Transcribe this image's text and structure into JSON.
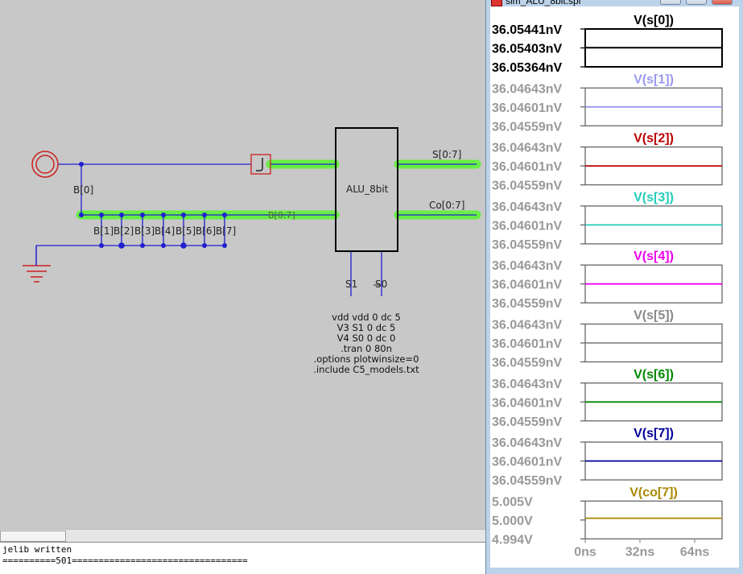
{
  "window": {
    "title": "sim_ALU_8bit.spi"
  },
  "schematic": {
    "labels": {
      "b0": "B[0]",
      "b1": "B[1]",
      "b2": "B[2]",
      "b3": "B[3]",
      "b4": "B[4]",
      "b5": "B[5]",
      "b6": "B[6]",
      "b7": "B[7]",
      "bus_b": "B[0:7]",
      "bus_s": "S[0:7]",
      "bus_co": "Co[0:7]",
      "alu": "ALU_8bit",
      "s1": "S1",
      "s0": "S0"
    },
    "directives": [
      "vdd vdd 0 dc 5",
      "V3 S1 0 dc 5",
      "V4 S0 0 dc 0",
      ".tran 0 80n",
      ".options plotwinsize=0",
      ".include C5_models.txt"
    ],
    "colors": {
      "wire": "#2020d0",
      "bus_highlight": "#66ee44",
      "ground": "#cc2020",
      "component": "#000000"
    }
  },
  "console": {
    "lines": [
      "jelib written",
      "==========501================================="
    ]
  },
  "chart_data": [
    {
      "type": "line",
      "title": "V(s[0])",
      "color": "#000000",
      "ticks": [
        "36.05441nV",
        "36.05403nV",
        "36.05364nV"
      ],
      "values": [
        36.05403,
        36.05403
      ],
      "ylim": [
        36.05364,
        36.05441
      ],
      "unit": "nV"
    },
    {
      "type": "line",
      "title": "V(s[1])",
      "color": "#9999ee",
      "ticks": [
        "36.04643nV",
        "36.04601nV",
        "36.04559nV"
      ],
      "values": [
        36.04601,
        36.04601
      ],
      "ylim": [
        36.04559,
        36.04643
      ],
      "unit": "nV"
    },
    {
      "type": "line",
      "title": "V(s[2])",
      "color": "#bb0000",
      "ticks": [
        "36.04643nV",
        "36.04601nV",
        "36.04559nV"
      ],
      "values": [
        36.04601,
        36.04601
      ],
      "ylim": [
        36.04559,
        36.04643
      ],
      "unit": "nV"
    },
    {
      "type": "line",
      "title": "V(s[3])",
      "color": "#22ccbb",
      "ticks": [
        "36.04643nV",
        "36.04601nV",
        "36.04559nV"
      ],
      "values": [
        36.04601,
        36.04601
      ],
      "ylim": [
        36.04559,
        36.04643
      ],
      "unit": "nV"
    },
    {
      "type": "line",
      "title": "V(s[4])",
      "color": "#ee00ee",
      "ticks": [
        "36.04643nV",
        "36.04601nV",
        "36.04559nV"
      ],
      "values": [
        36.04601,
        36.04601
      ],
      "ylim": [
        36.04559,
        36.04643
      ],
      "unit": "nV"
    },
    {
      "type": "line",
      "title": "V(s[5])",
      "color": "#888888",
      "ticks": [
        "36.04643nV",
        "36.04601nV",
        "36.04559nV"
      ],
      "values": [
        36.04601,
        36.04601
      ],
      "ylim": [
        36.04559,
        36.04643
      ],
      "unit": "nV"
    },
    {
      "type": "line",
      "title": "V(s[6])",
      "color": "#008800",
      "ticks": [
        "36.04643nV",
        "36.04601nV",
        "36.04559nV"
      ],
      "values": [
        36.04601,
        36.04601
      ],
      "ylim": [
        36.04559,
        36.04643
      ],
      "unit": "nV"
    },
    {
      "type": "line",
      "title": "V(s[7])",
      "color": "#000099",
      "ticks": [
        "36.04643nV",
        "36.04601nV",
        "36.04559nV"
      ],
      "values": [
        36.04601,
        36.04601
      ],
      "ylim": [
        36.04559,
        36.04643
      ],
      "unit": "nV"
    },
    {
      "type": "line",
      "title": "V(co[7])",
      "color": "#aa8800",
      "ticks": [
        "5.005V",
        "5.000V",
        "4.994V"
      ],
      "values": [
        5.0,
        5.0
      ],
      "ylim": [
        4.994,
        5.005
      ],
      "unit": "V",
      "x": [
        0,
        80
      ],
      "xticks": [
        "0ns",
        "32ns",
        "64ns"
      ],
      "xtick_values": [
        0,
        32,
        64
      ],
      "xlim": [
        0,
        80
      ]
    }
  ],
  "plot_style": {
    "tick_color_first": "#000000",
    "tick_color_rest": "#999999",
    "axis_color": "#666666"
  }
}
